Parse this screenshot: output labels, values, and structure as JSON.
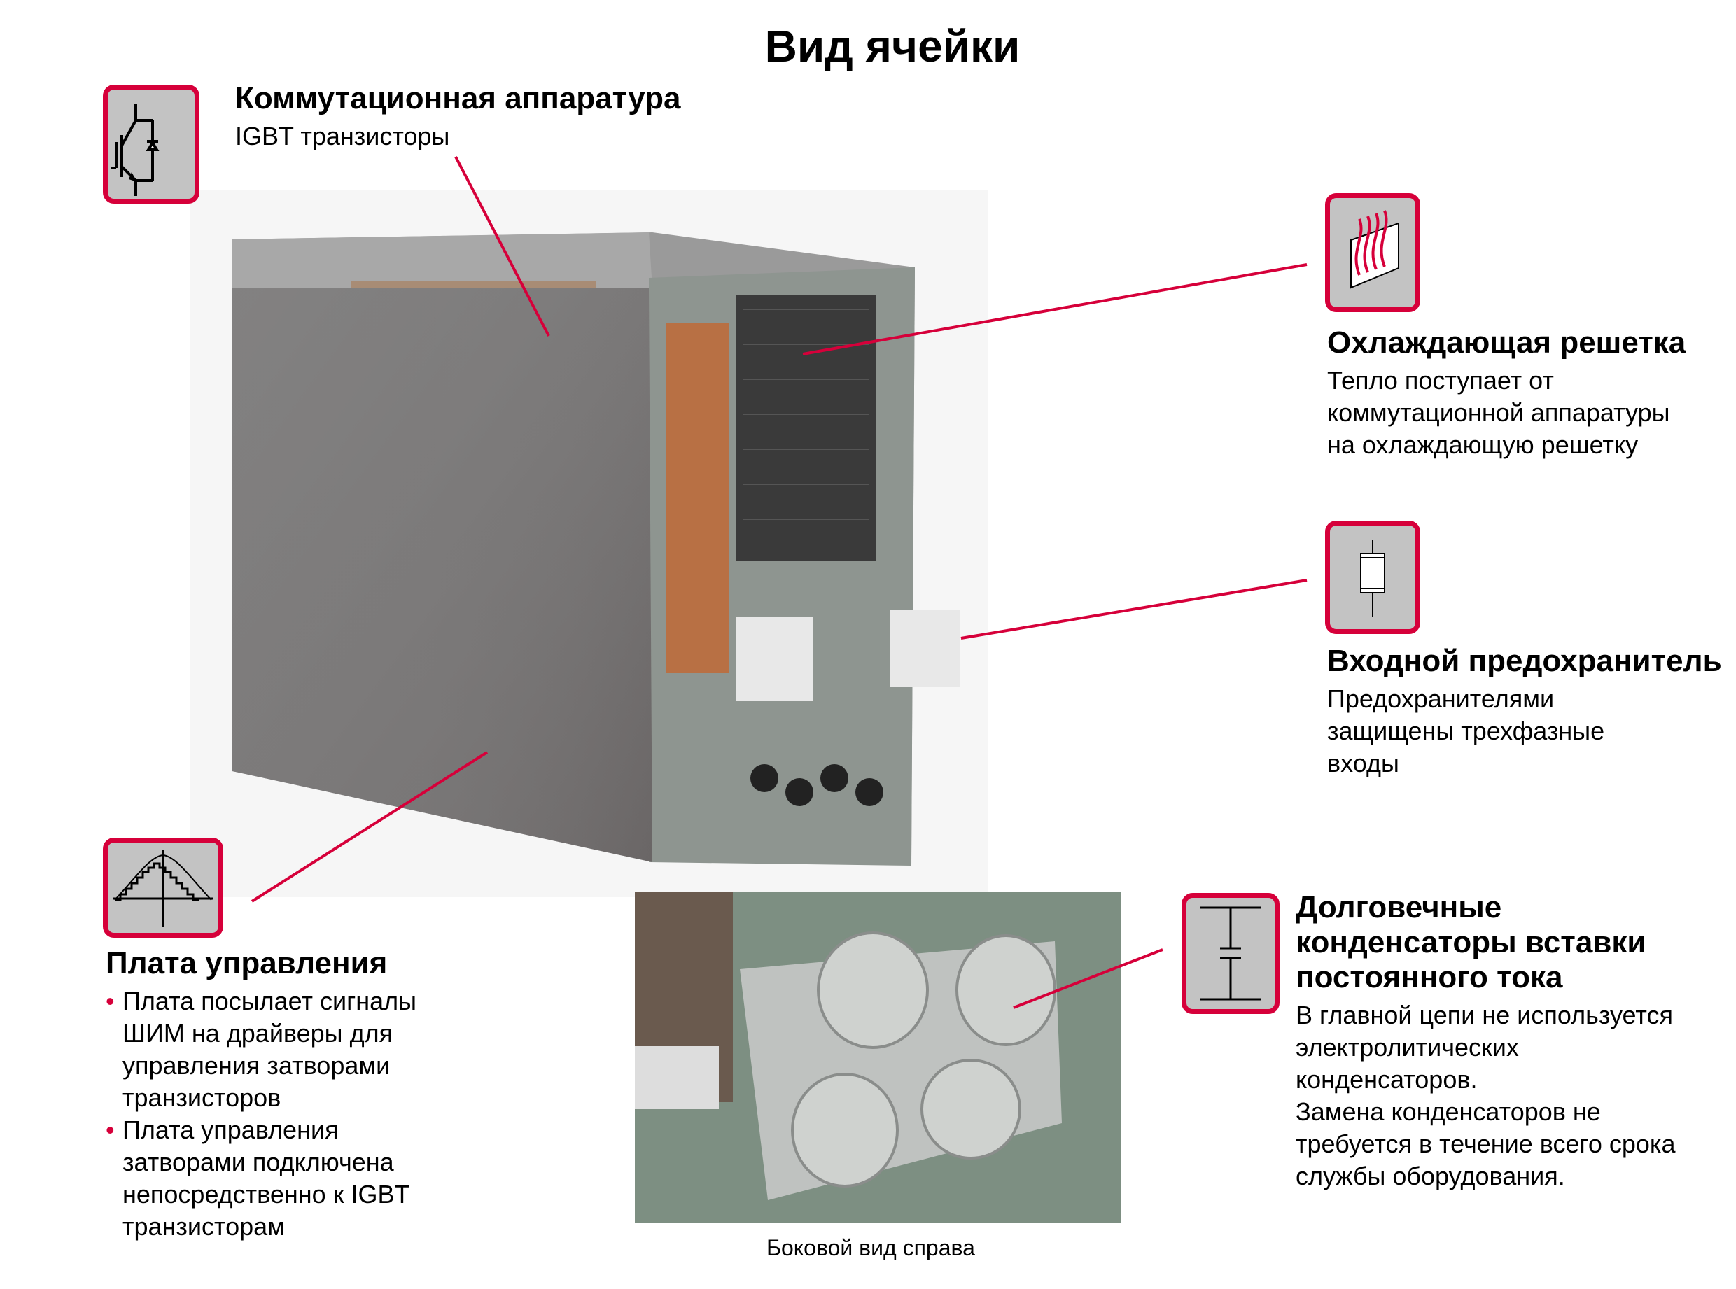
{
  "title": "Вид ячейки",
  "colors": {
    "accent": "#d6003a",
    "icon_bg": "#c3c3c3"
  },
  "sections": {
    "switching": {
      "icon": "igbt-icon",
      "heading": "Коммутационная аппаратура",
      "lines": [
        "IGBT транзисторы"
      ]
    },
    "cooling": {
      "icon": "heat-grille-icon",
      "heading": "Охлаждающая решетка",
      "lines": [
        "Тепло поступает от",
        "коммутационной аппаратуры",
        "на охлаждающую решетку"
      ]
    },
    "fuse": {
      "icon": "fuse-icon",
      "heading": "Входной предохранитель",
      "lines": [
        "Предохранителями",
        "защищены трехфазные",
        "входы"
      ]
    },
    "control": {
      "icon": "pwm-waveform-icon",
      "heading": "Плата управления",
      "bullets": [
        [
          "Плата посылает сигналы",
          "ШИМ на драйверы для",
          "управления затворами",
          "транзисторов"
        ],
        [
          "Плата управления",
          "затворами подключена",
          "непосредственно к IGBT",
          "транзисторам"
        ]
      ]
    },
    "capacitors": {
      "icon": "capacitor-icon",
      "heading": [
        "Долговечные",
        "конденсаторы вставки",
        "постоянного тока"
      ],
      "lines": [
        "В главной цепи не используется",
        "электролитических",
        "конденсаторов.",
        "Замена конденсаторов не",
        "требуется в течение всего срока",
        "службы оборудования."
      ]
    }
  },
  "inset_caption": "Боковой вид справа"
}
